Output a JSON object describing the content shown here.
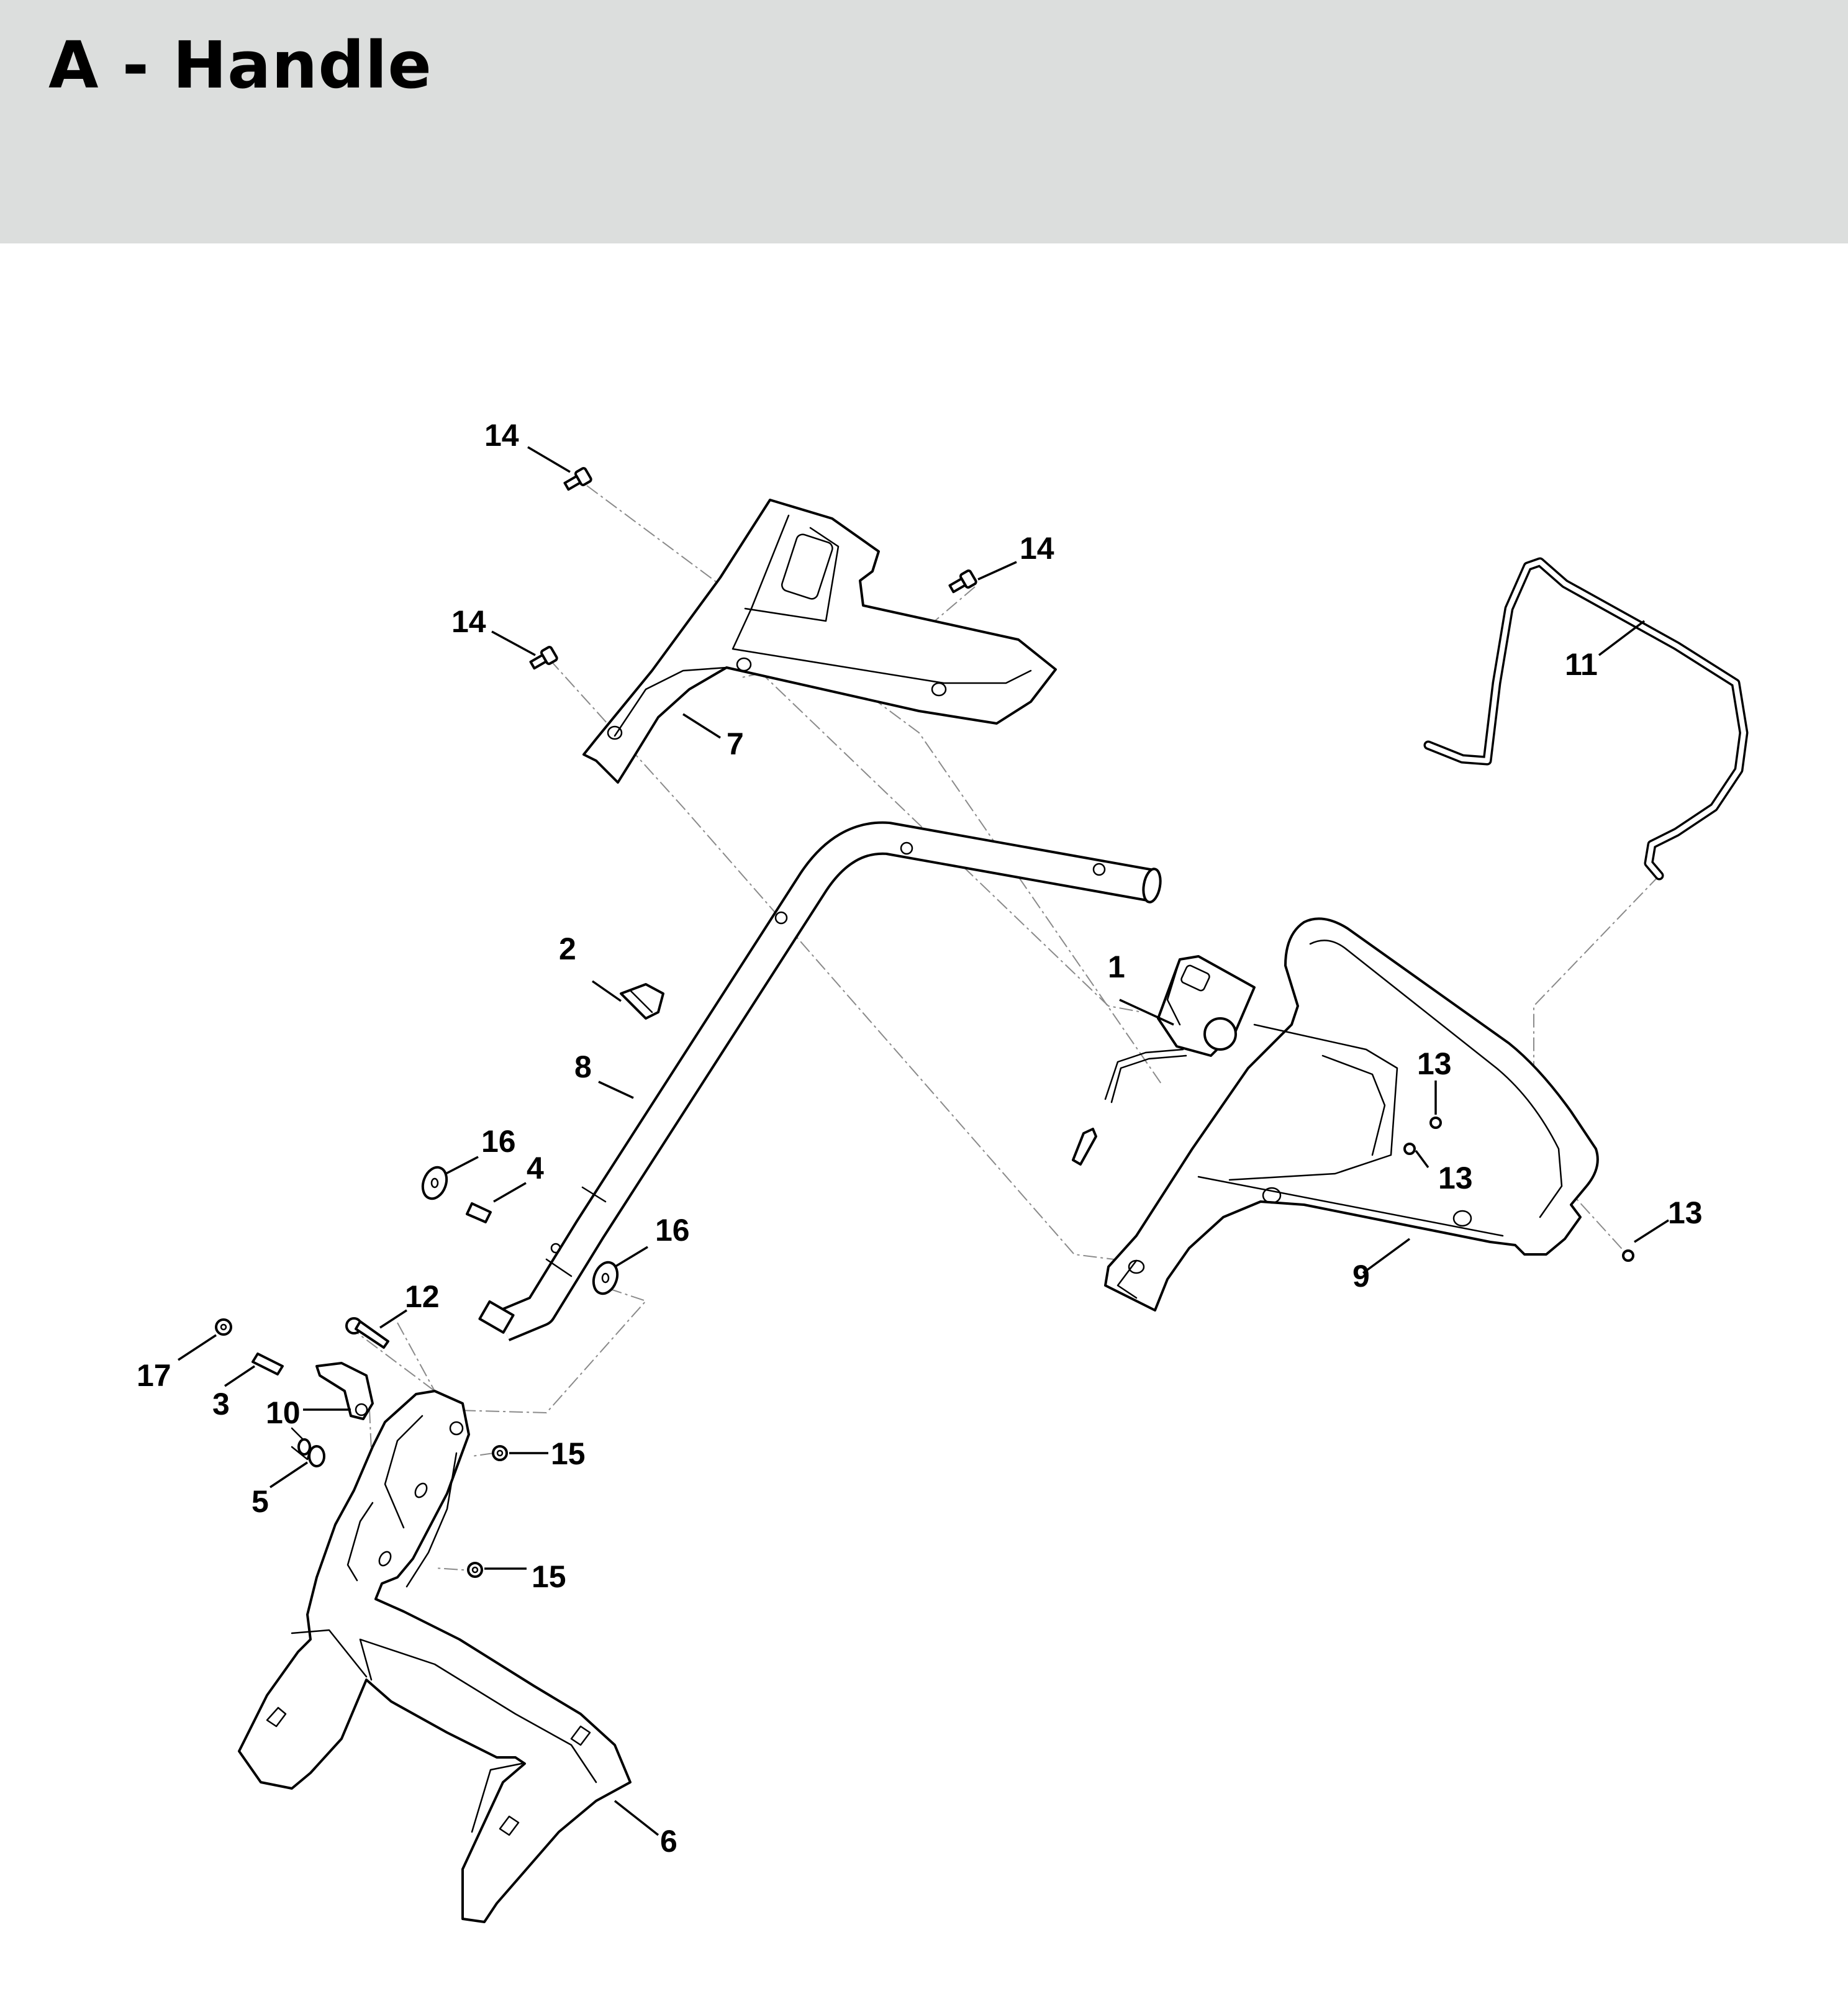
{
  "header": {
    "title": "A - Handle"
  },
  "callouts": [
    {
      "id": "14a",
      "label": "14"
    },
    {
      "id": "14b",
      "label": "14"
    },
    {
      "id": "14c",
      "label": "14"
    },
    {
      "id": "11",
      "label": "11"
    },
    {
      "id": "7",
      "label": "7"
    },
    {
      "id": "2",
      "label": "2"
    },
    {
      "id": "1",
      "label": "1"
    },
    {
      "id": "8",
      "label": "8"
    },
    {
      "id": "13a",
      "label": "13"
    },
    {
      "id": "13b",
      "label": "13"
    },
    {
      "id": "13c",
      "label": "13"
    },
    {
      "id": "16a",
      "label": "16"
    },
    {
      "id": "4",
      "label": "4"
    },
    {
      "id": "16b",
      "label": "16"
    },
    {
      "id": "9",
      "label": "9"
    },
    {
      "id": "12",
      "label": "12"
    },
    {
      "id": "17",
      "label": "17"
    },
    {
      "id": "3",
      "label": "3"
    },
    {
      "id": "10",
      "label": "10"
    },
    {
      "id": "15a",
      "label": "15"
    },
    {
      "id": "5",
      "label": "5"
    },
    {
      "id": "15b",
      "label": "15"
    },
    {
      "id": "6",
      "label": "6"
    }
  ]
}
